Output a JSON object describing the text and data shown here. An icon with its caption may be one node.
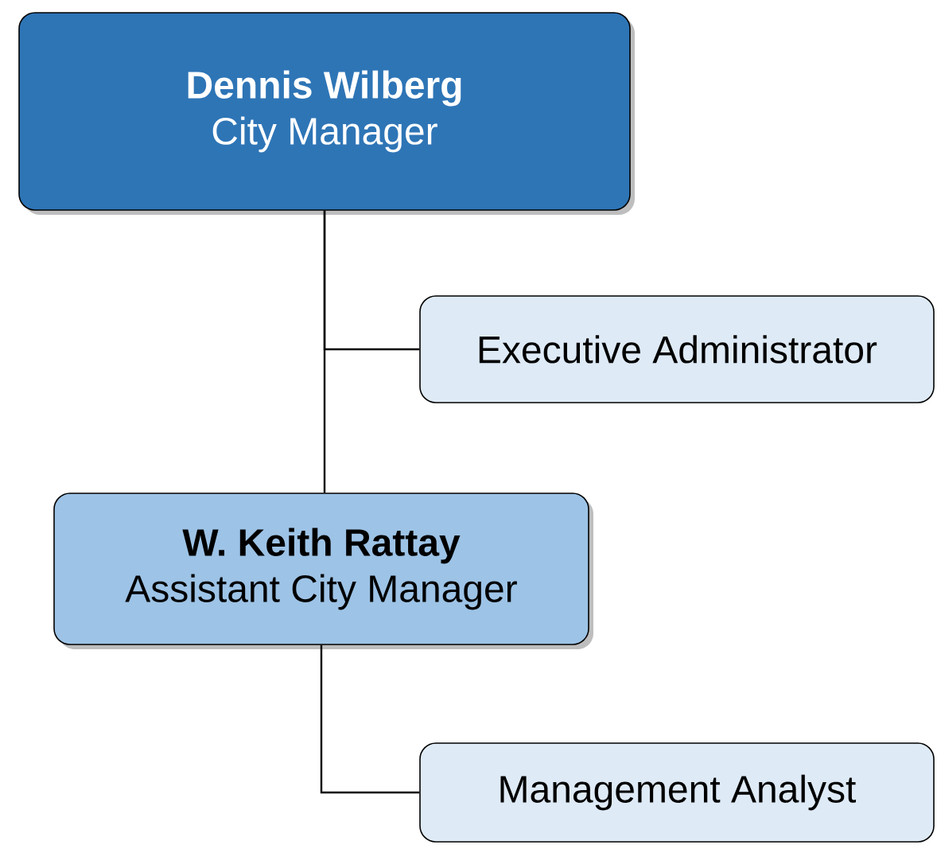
{
  "diagram": {
    "nodes": [
      {
        "text": [
          "Dennis Wilberg",
          "City Manager"
        ]
      },
      {
        "text": [
          "Executive Administrator"
        ]
      },
      {
        "text": [
          "W. Keith Rattay",
          "Assistant City Manager"
        ]
      },
      {
        "text": [
          "Management Analyst"
        ]
      }
    ],
    "edges": [
      {
        "from": 0,
        "to": 1,
        "arrow": "none"
      },
      {
        "from": 0,
        "to": 2,
        "arrow": "none"
      },
      {
        "from": 2,
        "to": 3,
        "arrow": "none"
      }
    ]
  }
}
